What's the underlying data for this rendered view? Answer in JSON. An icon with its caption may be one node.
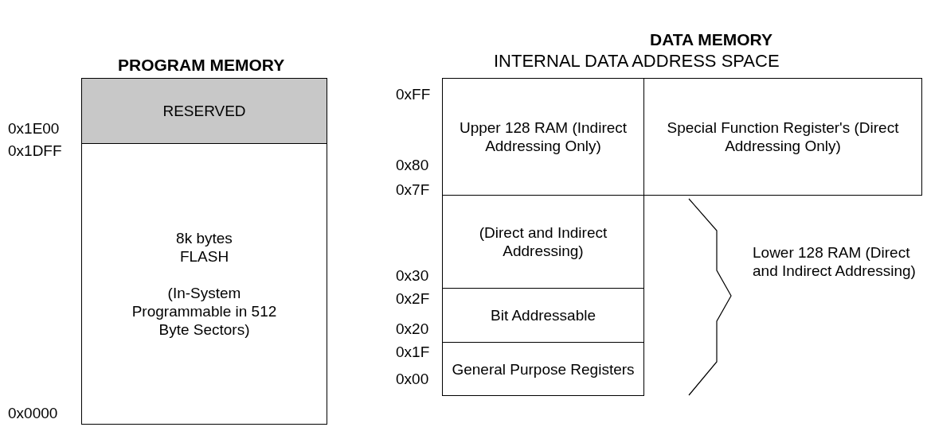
{
  "diagram": {
    "nodes": [
      {
        "text": [
          "RESERVED"
        ]
      },
      {
        "text": [
          "8k bytes FLASH",
          "(In-System Programmable in 512 Byte Sectors)"
        ]
      },
      {
        "text": [
          "Upper 128 RAM (Indirect Addressing Only)"
        ]
      },
      {
        "text": [
          "Special Function Register's (Direct Addressing Only)"
        ]
      },
      {
        "text": [
          "(Direct and Indirect Addressing)"
        ]
      },
      {
        "text": [
          "Bit Addressable"
        ]
      },
      {
        "text": [
          "General Purpose Registers"
        ]
      }
    ],
    "edges": [],
    "labels": [
      "PROGRAM MEMORY",
      "DATA MEMORY",
      "INTERNAL DATA ADDRESS SPACE",
      "0xFF",
      "0x1E00",
      "0x1DFF",
      "0x80",
      "0x7F",
      "0x30",
      "0x2F",
      "0x20",
      "0x1F",
      "0x00",
      "Lower 128 RAM (Direct and Indirect Addressing)",
      "0x0000"
    ]
  }
}
